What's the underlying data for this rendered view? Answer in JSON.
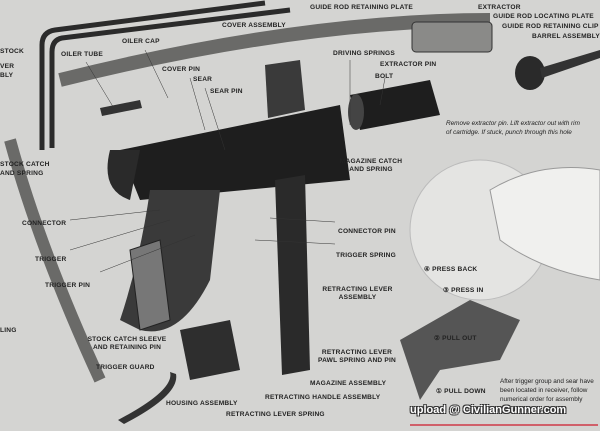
{
  "labels": {
    "guide_rod_retaining_plate": "GUIDE ROD RETAINING PLATE",
    "extractor": "EXTRACTOR",
    "guide_rod_locating_plate": "GUIDE ROD LOCATING PLATE",
    "guide_rod_retaining_clip": "GUIDE ROD RETAINING CLIP",
    "barrel_assembly": "BARREL ASSEMBLY",
    "cover_assembly": "COVER ASSEMBLY",
    "stock": "STOCK",
    "oiler_cap": "OILER CAP",
    "oiler_tube": "OILER TUBE",
    "lever_assembly_1": "VER",
    "lever_assembly_2": "BLY",
    "cover_pin": "COVER PIN",
    "sear": "SEAR",
    "sear_pin": "SEAR PIN",
    "driving_springs": "DRIVING SPRINGS",
    "extractor_pin": "EXTRACTOR PIN",
    "bolt": "BOLT",
    "stock_catch_1": "STOCK CATCH",
    "stock_catch_2": "AND SPRING",
    "magazine_catch_1": "MAGAZINE CATCH",
    "magazine_catch_2": "AND SPRING",
    "connector": "CONNECTOR",
    "connector_pin": "CONNECTOR PIN",
    "trigger": "TRIGGER",
    "trigger_spring": "TRIGGER SPRING",
    "trigger_pin": "TRIGGER PIN",
    "retracting_lever_1": "RETRACTING LEVER",
    "retracting_lever_2": "ASSEMBLY",
    "sling": "LING",
    "stock_catch_sleeve_1": "STOCK CATCH SLEEVE",
    "stock_catch_sleeve_2": "AND RETAINING PIN",
    "trigger_guard": "TRIGGER GUARD",
    "pawl_1": "RETRACTING LEVER",
    "pawl_2": "PAWL SPRING AND PIN",
    "magazine_assembly": "MAGAZINE ASSEMBLY",
    "housing_assembly": "HOUSING ASSEMBLY",
    "retracting_handle_assembly": "RETRACTING HANDLE ASSEMBLY",
    "retracting_lever_spring": "RETRACTING LEVER SPRING"
  },
  "steps": {
    "press_back": "④ PRESS BACK",
    "press_in": "③ PRESS IN",
    "pull_out": "② PULL OUT",
    "pull_down": "① PULL DOWN"
  },
  "notes": {
    "extractor_1": "Remove extractor pin. Lift extractor out with rim",
    "extractor_2": "of cartridge. If stuck, punch through this hole",
    "assembly_1": "After trigger group and sear have",
    "assembly_2": "been located in receiver, follow",
    "assembly_3": "numerical order for assembly"
  },
  "watermark": "upload @ CivilianGunner.com"
}
